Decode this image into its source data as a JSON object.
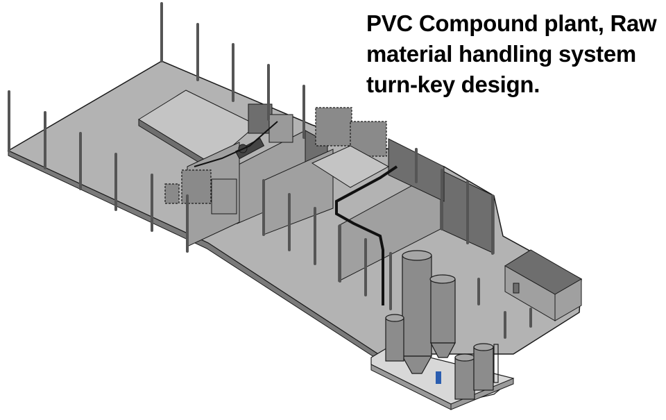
{
  "heading": {
    "lines": [
      "PVC Compound plant, Raw",
      "material handling system",
      "turn-key design."
    ]
  },
  "drawing": {
    "subject": "isometric plant layout",
    "colors": {
      "background": "#ffffff",
      "floor": "#b3b3b3",
      "floor_edge": "#7a7a7a",
      "wall_light": "#a0a0a0",
      "wall_dark": "#6e6e6e",
      "column": "#555555",
      "outline": "#1a1a1a",
      "silo": "#8c8c8c",
      "silo_shadow": "#6a6a6a",
      "pipe": "#111111",
      "accent_blue": "#2a5db0"
    },
    "components": [
      "building-floor-slab",
      "perimeter-columns",
      "raised-mezzanine-platform",
      "mixer-enclosures",
      "extruder-line",
      "dosing-station-frames",
      "partition-walls",
      "pneumatic-conveying-pipe",
      "tall-storage-silo",
      "medium-storage-silo",
      "small-silos-with-ladders",
      "silo-bund-foundation",
      "outdoor-room-enclosure"
    ]
  }
}
